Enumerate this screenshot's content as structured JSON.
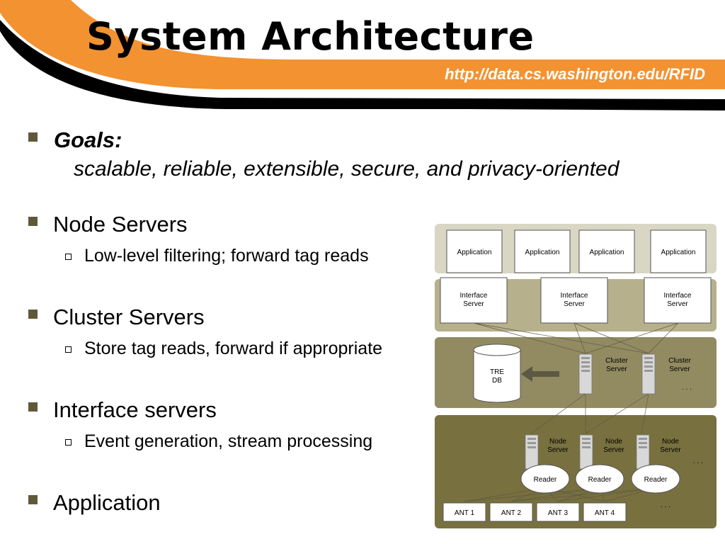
{
  "slide": {
    "title": "System Architecture",
    "url": "http://data.cs.washington.edu/RFID"
  },
  "bullets": {
    "goals_label": "Goals:",
    "goals_text": "scalable, reliable, extensible, secure, and privacy-oriented",
    "node_servers": "Node Servers",
    "node_servers_sub": "Low-level filtering; forward tag reads",
    "cluster_servers": "Cluster Servers",
    "cluster_servers_sub": "Store tag reads, forward if appropriate",
    "interface_servers": "Interface servers",
    "interface_servers_sub": "Event generation, stream processing",
    "application": "Application"
  },
  "diagram": {
    "applications": [
      "Application",
      "Application",
      "Application",
      "Application"
    ],
    "interface_line1": "Interface",
    "interface_line2": "Server",
    "cluster_line1": "Cluster",
    "cluster_line2": "Server",
    "db_line1": "TRE",
    "db_line2": "DB",
    "node_line1": "Node",
    "node_line2": "Server",
    "reader": "Reader",
    "antennas": [
      "ANT 1",
      "ANT 2",
      "ANT 3",
      "ANT 4"
    ],
    "ellipsis": ". . ."
  },
  "colors": {
    "header_orange": "#f39231",
    "header_black": "#000000",
    "bullet_square": "#5e5a39",
    "layer_app": "#d9d6c4",
    "layer_interface": "#b6b08c",
    "layer_cluster": "#928b62",
    "layer_node": "#78703e"
  }
}
